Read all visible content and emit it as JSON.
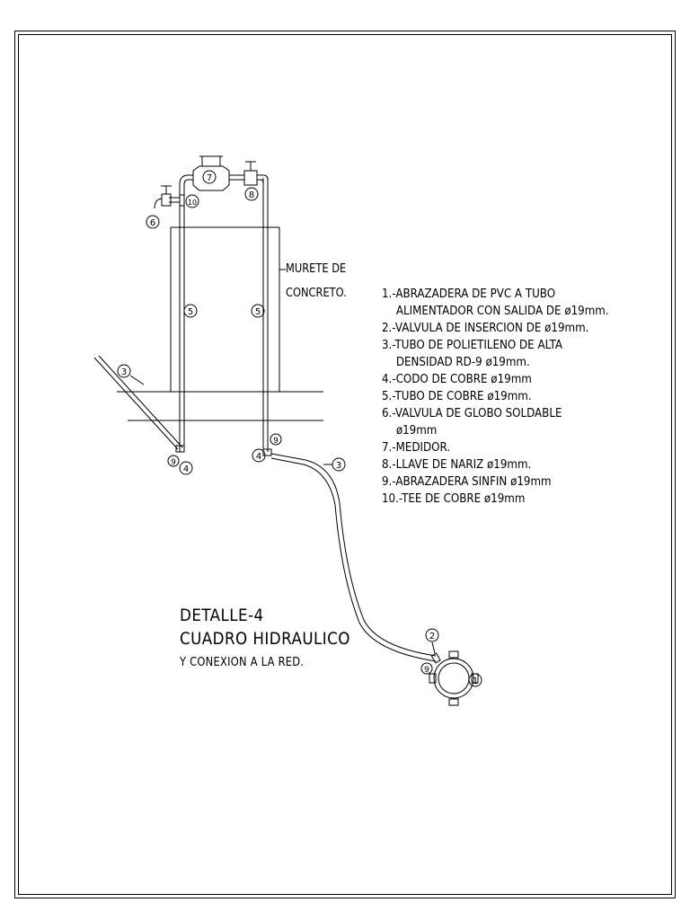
{
  "drawing": {
    "wall_label_line1": "MURETE DE",
    "wall_label_line2": "CONCRETO.",
    "callouts": {
      "c1": "1",
      "c2": "2",
      "c3a": "3",
      "c3b": "3",
      "c4a": "4",
      "c4b": "4",
      "c5a": "5",
      "c5b": "5",
      "c6": "6",
      "c7": "7",
      "c8": "8",
      "c9a": "9",
      "c9b": "9",
      "c9c": "9",
      "c10": "10"
    }
  },
  "legend": {
    "items": [
      {
        "text": "1.-ABRAZADERA DE PVC A TUBO",
        "cont": "ALIMENTADOR CON SALIDA DE ø19mm."
      },
      {
        "text": "2.-VALVULA DE INSERCION DE ø19mm.",
        "cont": ""
      },
      {
        "text": "3.-TUBO DE POLIETILENO DE ALTA",
        "cont": "DENSIDAD RD-9 ø19mm."
      },
      {
        "text": "4.-CODO DE COBRE ø19mm",
        "cont": ""
      },
      {
        "text": "5.-TUBO DE COBRE ø19mm.",
        "cont": ""
      },
      {
        "text": "6.-VALVULA DE GLOBO SOLDABLE",
        "cont": "ø19mm"
      },
      {
        "text": "7.-MEDIDOR.",
        "cont": ""
      },
      {
        "text": "8.-LLAVE DE NARIZ ø19mm.",
        "cont": ""
      },
      {
        "text": "9.-ABRAZADERA SINFIN ø19mm",
        "cont": ""
      },
      {
        "text": "10.-TEE DE COBRE ø19mm",
        "cont": ""
      }
    ]
  },
  "title": {
    "line1": "DETALLE-4",
    "line2": "CUADRO HIDRAULICO",
    "line3": "Y CONEXION A LA RED."
  }
}
